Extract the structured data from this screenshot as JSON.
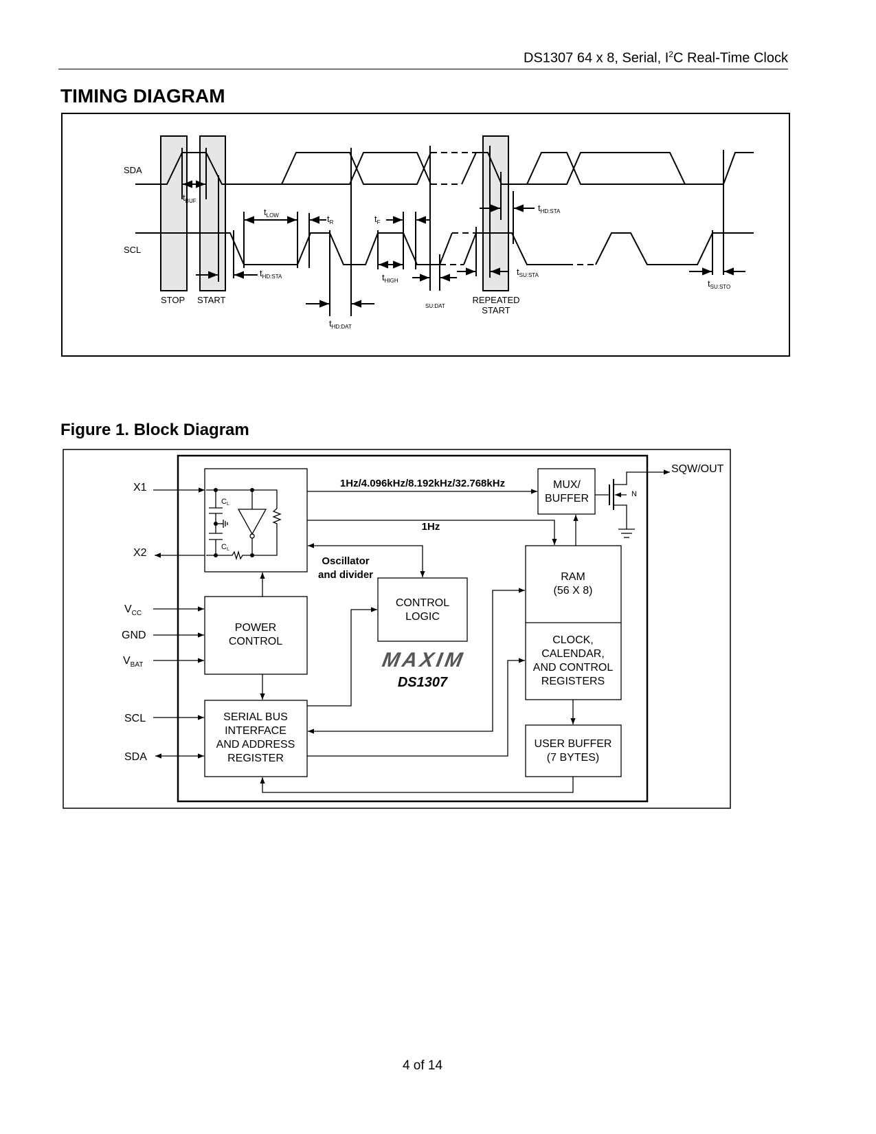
{
  "header": {
    "title_pre": "DS1307 64 x 8, Serial, I",
    "title_sup": "2",
    "title_post": "C Real-Time Clock"
  },
  "timing": {
    "heading": "TIMING DIAGRAM",
    "signals": {
      "sda": "SDA",
      "scl": "SCL"
    },
    "labels": {
      "stop": "STOP",
      "start": "START",
      "repeated_start_1": "REPEATED",
      "repeated_start_2": "START",
      "su_dat": "SU:DAT",
      "t_buf": {
        "main": "t",
        "sub": "BUF"
      },
      "t_low": {
        "main": "t",
        "sub": "LOW"
      },
      "t_r": {
        "main": "t",
        "sub": "R"
      },
      "t_f": {
        "main": "t",
        "sub": "F"
      },
      "t_hd_sta_1": {
        "main": "t",
        "sub": "HD:STA"
      },
      "t_hd_sta_2": {
        "main": "t",
        "sub": "HD:STA"
      },
      "t_high": {
        "main": "t",
        "sub": "HIGH"
      },
      "t_hd_dat": {
        "main": "t",
        "sub": "HD:DAT"
      },
      "t_su_sta": {
        "main": "t",
        "sub": "SU:STA"
      },
      "t_su_sto": {
        "main": "t",
        "sub": "SU:STO"
      }
    }
  },
  "block": {
    "heading": "Figure 1. Block Diagram",
    "pins": {
      "x1": "X1",
      "x2": "X2",
      "vcc": {
        "main": "V",
        "sub": "CC"
      },
      "gnd": "GND",
      "vbat": {
        "main": "V",
        "sub": "BAT"
      },
      "scl": "SCL",
      "sda": "SDA",
      "sqw": "SQW/OUT"
    },
    "cl": {
      "main": "C",
      "sub": "L"
    },
    "freq_label": "1Hz/4.096kHz/8.192kHz/32.768kHz",
    "one_hz": "1Hz",
    "osc_label": [
      "Oscillator",
      "and divider"
    ],
    "power_control": [
      "POWER",
      "CONTROL"
    ],
    "serial_bus": [
      "SERIAL BUS",
      "INTERFACE",
      "AND ADDRESS",
      "REGISTER"
    ],
    "control_logic": [
      "CONTROL",
      "LOGIC"
    ],
    "mux": [
      "MUX/",
      "BUFFER"
    ],
    "ram": [
      "RAM",
      "(56 X 8)"
    ],
    "clock_regs": [
      "CLOCK,",
      "CALENDAR,",
      "AND CONTROL",
      "REGISTERS"
    ],
    "user_buffer": [
      "USER BUFFER",
      "(7 BYTES)"
    ],
    "transistor_type": "N",
    "logo": "MAXIM",
    "part": "DS1307",
    "colors": {
      "logo": "#555555"
    }
  },
  "footer": {
    "page": "4 of 14"
  }
}
